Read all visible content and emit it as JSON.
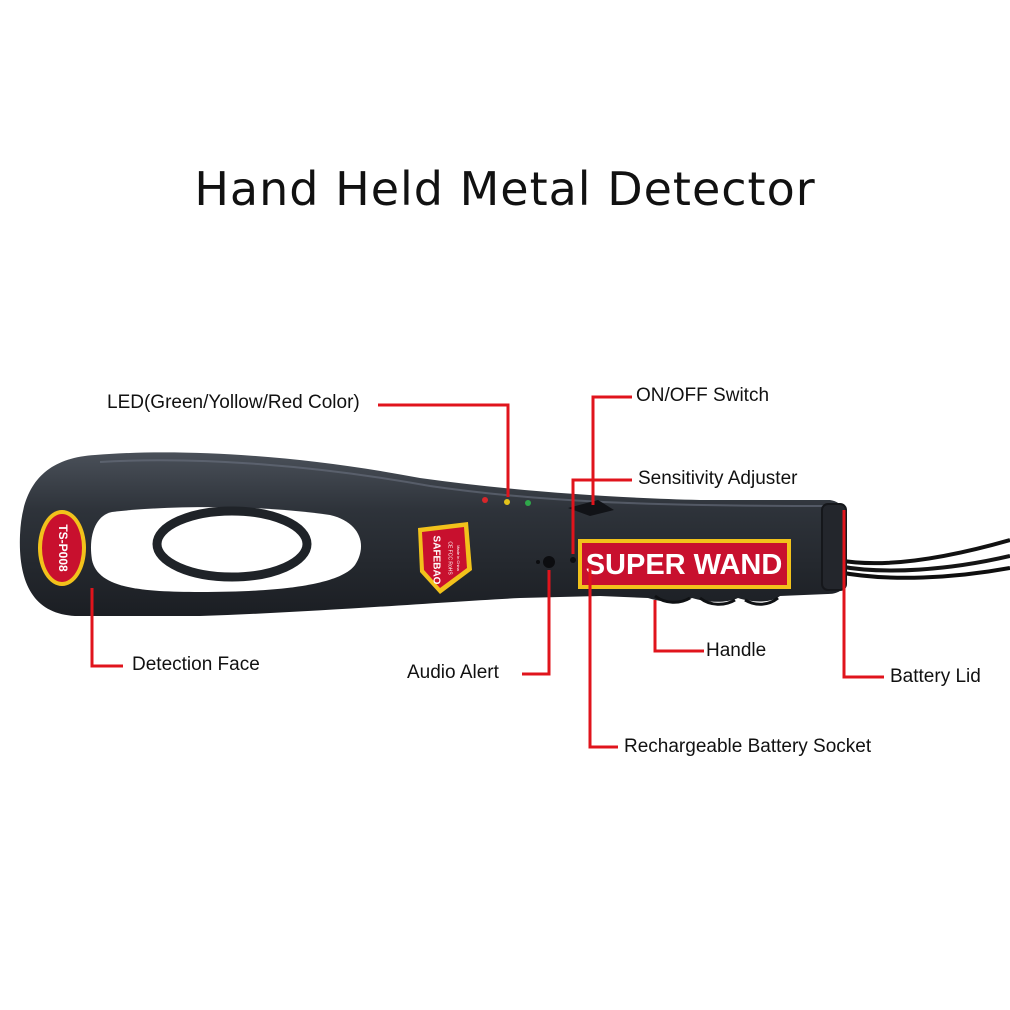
{
  "title": "Hand Held Metal Detector",
  "product": {
    "model_badge": "TS-P008",
    "brand_badge": "SAFEBAO",
    "cert_text": "CE FCC RoHS",
    "origin_text": "Made in China",
    "label": "SUPER WAND"
  },
  "callouts": {
    "led": "LED(Green/Yollow/Red Color)",
    "switch": "ON/OFF Switch",
    "sensitivity": "Sensitivity  Adjuster",
    "detection_face": "Detection  Face",
    "audio_alert": "Audio  Alert",
    "handle": "Handle",
    "battery_lid": "Battery  Lid",
    "battery_socket": "Rechargeable  Battery  Socket"
  },
  "colors": {
    "body": "#2b2f36",
    "leader_line": "#e0141c",
    "label_red": "#c8102e",
    "badge_yellow": "#f2c21b",
    "led_colors": [
      "#d8262a",
      "#e3c21a",
      "#2fa84a"
    ]
  }
}
